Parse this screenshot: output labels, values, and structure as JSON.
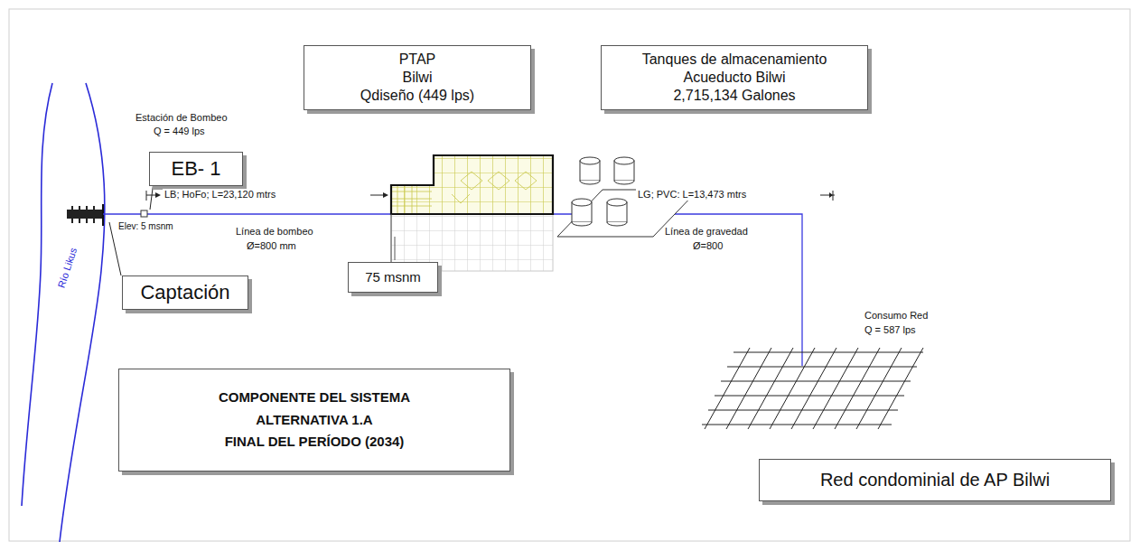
{
  "diagram": {
    "nodes": [
      {
        "text": [
          "PTAP",
          "Bilwi",
          "Qdiseño (449 lps)"
        ]
      },
      {
        "text": [
          "Tanques de almacenamiento",
          "Acueducto Bilwi",
          "2,715,134 Galones"
        ]
      },
      {
        "text": [
          "EB- 1"
        ]
      },
      {
        "text": [
          "75 msnm"
        ]
      },
      {
        "text": [
          "Captación"
        ]
      },
      {
        "text": [
          "COMPONENTE DEL SISTEMA",
          "ALTERNATIVA 1.A",
          "FINAL DEL PERÍODO (2034)"
        ]
      },
      {
        "text": [
          "Red condominial de AP Bilwi"
        ]
      }
    ],
    "labels": [
      "Estación de Bombeo",
      "Q = 449 lps",
      "LB; HoFo; L=23,120 mtrs",
      "Elev: 5 msnm",
      "Línea de bombeo",
      "Ø=800 mm",
      "LG; PVC: L=13,473 mtrs",
      "Línea de gravedad",
      "Ø=800",
      "Consumo Red",
      "Q = 587 lps",
      "Río Likus"
    ]
  }
}
